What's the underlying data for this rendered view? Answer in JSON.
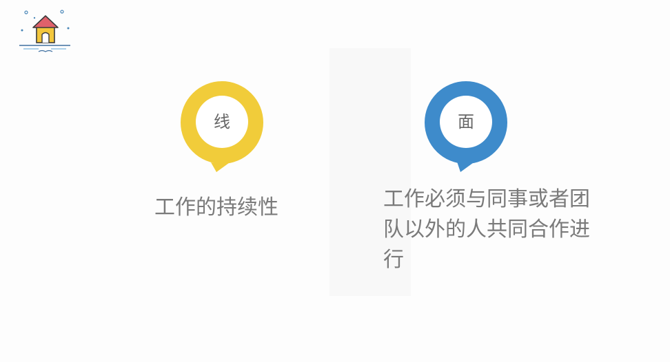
{
  "colors": {
    "yellow": "#f1cc3a",
    "blue": "#3e8bcb",
    "text": "#7a7a7a",
    "house_roof": "#e0616b",
    "house_wall": "#f3c73c"
  },
  "logo": {
    "icon": "house-icon"
  },
  "left_item": {
    "char": "线",
    "caption": "工作的持续性"
  },
  "right_item": {
    "char": "面",
    "caption_lines": [
      "工作必须与同事或者团",
      "队以外的人共同合作进",
      "行"
    ]
  }
}
